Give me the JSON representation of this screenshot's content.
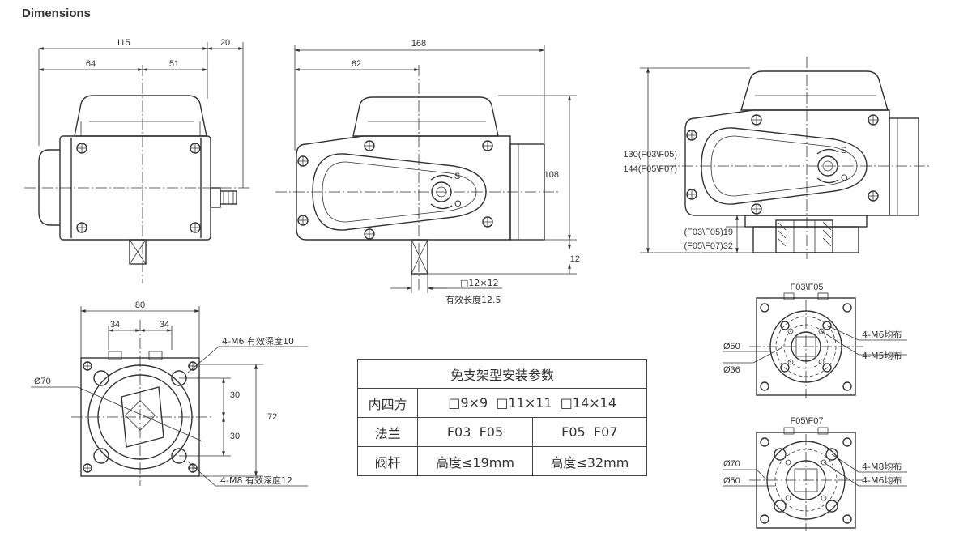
{
  "heading": "Dimensions",
  "views": {
    "front": {
      "overall": "115",
      "left": "64",
      "right": "51",
      "gland": "20"
    },
    "side": {
      "overall": "168",
      "left": "82",
      "height": "108",
      "shaft_drop": "12",
      "square": "□12×12",
      "effective_length": "有效长度12.5",
      "dial_s": "S",
      "dial_o": "O"
    },
    "right": {
      "height_a": "130(F03\\F05)",
      "height_b": "144(F05\\F07)",
      "lower_a": "(F03\\F05)19",
      "lower_b": "(F05\\F07)32",
      "dial_s": "S",
      "dial_o": "O"
    },
    "bottom": {
      "width": "80",
      "left": "34",
      "right": "34",
      "half_top": "30",
      "half_bottom": "30",
      "height": "72",
      "dia": "Ø70",
      "thread_top": "4-M6 有效深度10",
      "thread_bottom": "4-M8 有效深度12"
    },
    "flange_small": {
      "title": "F03\\F05",
      "dia_outer": "Ø50",
      "dia_inner": "Ø36",
      "bolts_a": "4-M6均布",
      "bolts_b": "4-M5均布"
    },
    "flange_large": {
      "title": "F05\\F07",
      "dia_outer": "Ø70",
      "dia_inner": "Ø50",
      "bolts_a": "4-M8均布",
      "bolts_b": "4-M6均布"
    }
  },
  "table": {
    "title": "免支架型安装参数",
    "row1_label": "内四方",
    "row1_value": "□9×9  □11×11  □14×14",
    "row2_label": "法兰",
    "row2_a": "F03  F05",
    "row2_b": "F05  F07",
    "row3_label": "阀杆",
    "row3_a": "高度≤19mm",
    "row3_b": "高度≤32mm"
  }
}
